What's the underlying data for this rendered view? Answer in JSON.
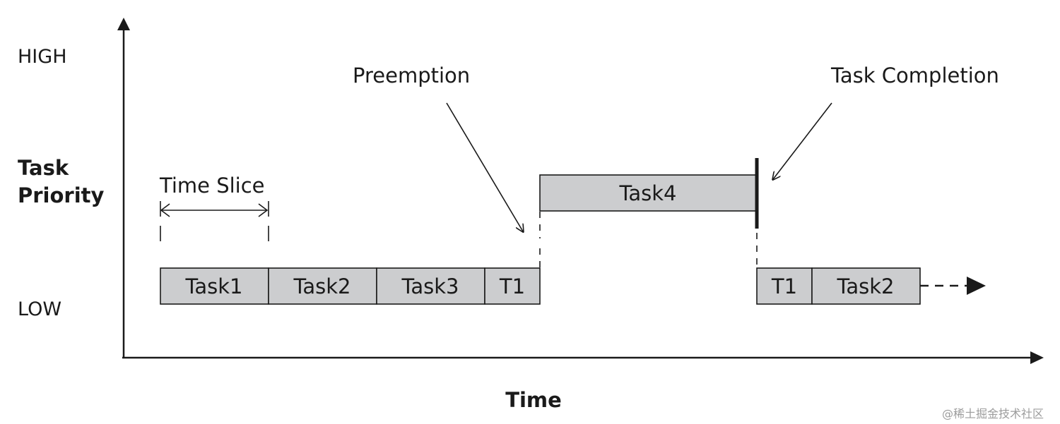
{
  "axes": {
    "y_title_line1": "Task",
    "y_title_line2": "Priority",
    "y_high": "HIGH",
    "y_low": "LOW",
    "x_title": "Time"
  },
  "time_slice": {
    "label": "Time Slice"
  },
  "annotations": {
    "preemption": "Preemption",
    "completion": "Task Completion"
  },
  "tasks": {
    "low_row_first": [
      "Task1",
      "Task2",
      "Task3",
      "T1"
    ],
    "high_row": [
      "Task4"
    ],
    "low_row_after": [
      "T1",
      "Task2"
    ]
  },
  "colors": {
    "task_fill": "#cccdcf",
    "stroke": "#1a1a1a",
    "background": "#ffffff"
  },
  "watermark": "@稀土掘金技术社区"
}
